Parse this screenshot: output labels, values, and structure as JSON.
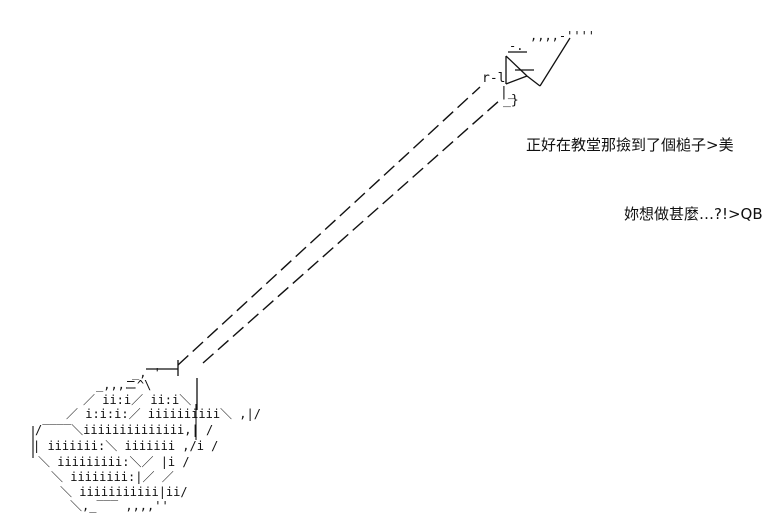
{
  "dialogue": {
    "line_1": "正好在教堂那撿到了個槌子>美",
    "line_2": "妳想做甚麼…?!>QB"
  },
  "art": {
    "subject": "ascii-art-hammer",
    "ink_color": "#111111",
    "background_color": "#ffffff"
  }
}
